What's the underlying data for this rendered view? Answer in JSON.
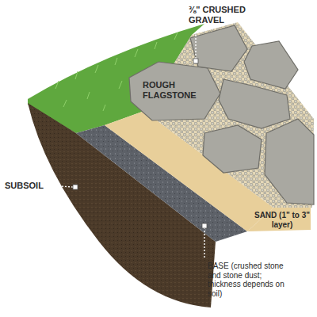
{
  "diagram": {
    "labels": [
      "⅜\" CRUSHED GRAVEL",
      "ROUGH FLAGSTONE",
      "SUBSOIL",
      "SAND (1\" to 3\" layer)",
      "BASE (crushed stone and stone dust; thickness depends on soil)"
    ]
  }
}
